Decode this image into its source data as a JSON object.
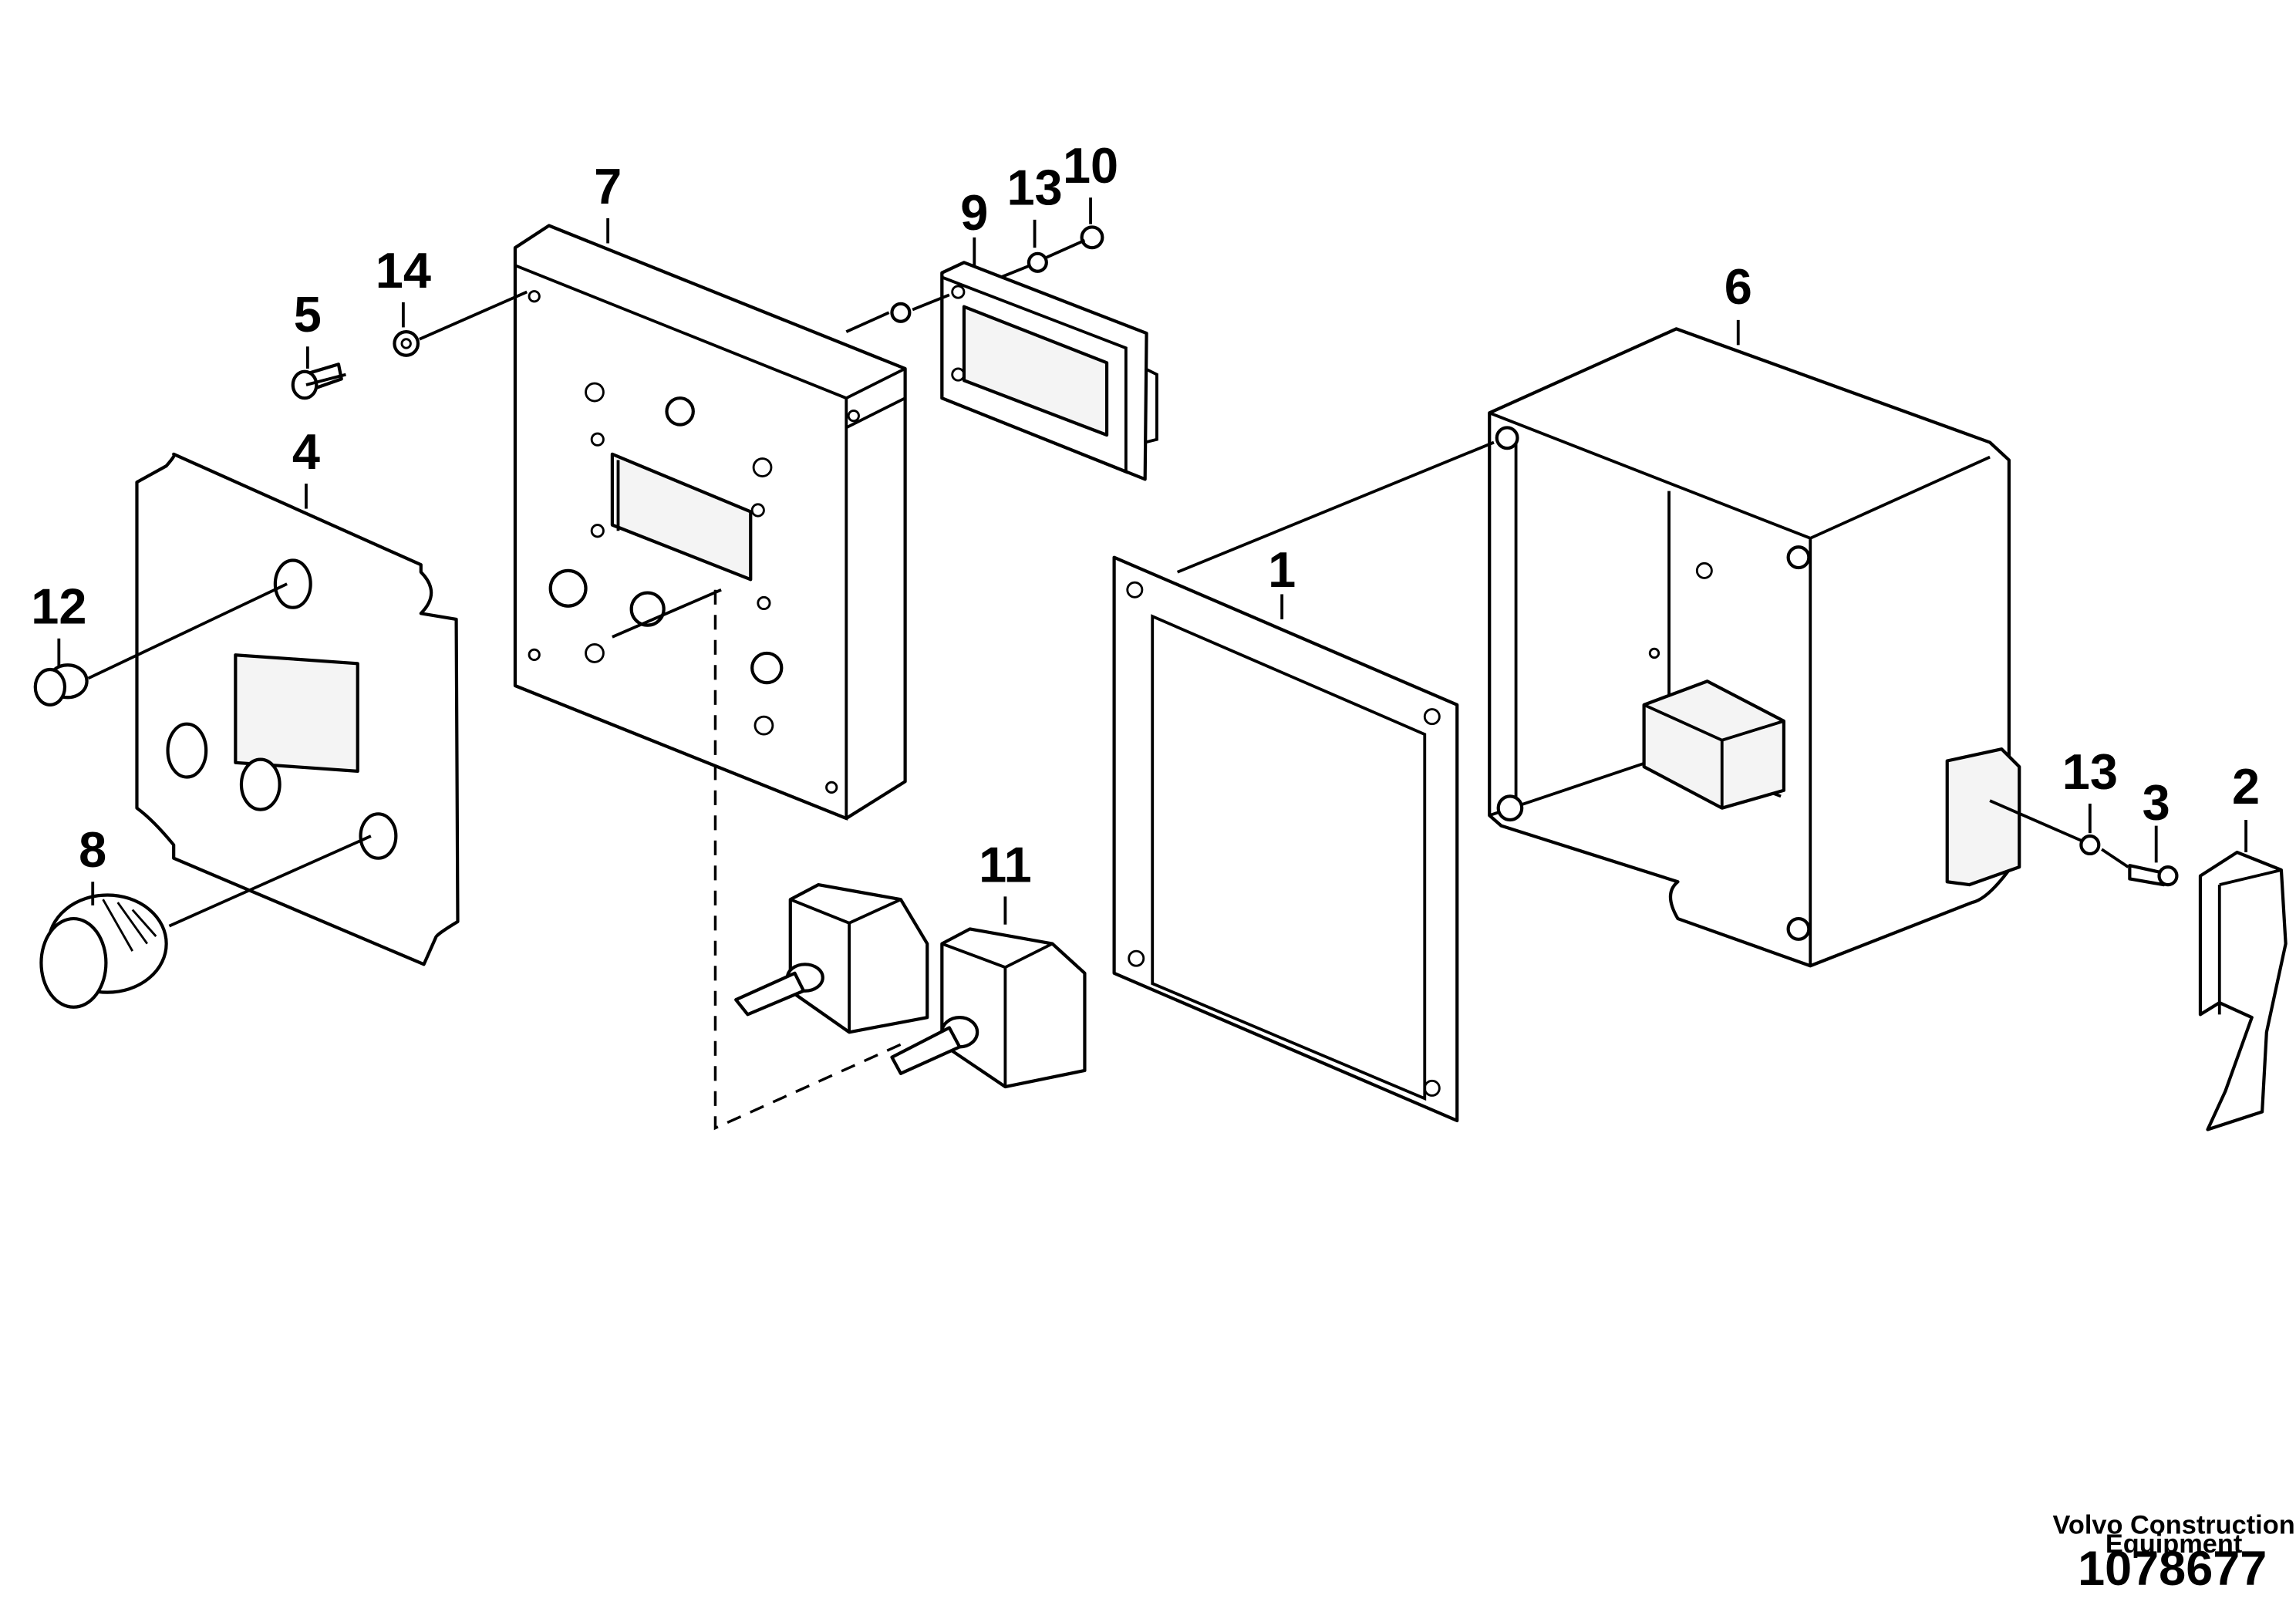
{
  "diagram": {
    "callouts": {
      "c1": "1",
      "c2": "2",
      "c3": "3",
      "c4": "4",
      "c5": "5",
      "c6": "6",
      "c7": "7",
      "c8": "8",
      "c9": "9",
      "c10": "10",
      "c11": "11",
      "c12": "12",
      "c13a": "13",
      "c13b": "13",
      "c14": "14"
    }
  },
  "footer": {
    "brand_line1": "Volvo Construction",
    "brand_line2": "Equipment",
    "drawing_number": "1078677"
  }
}
